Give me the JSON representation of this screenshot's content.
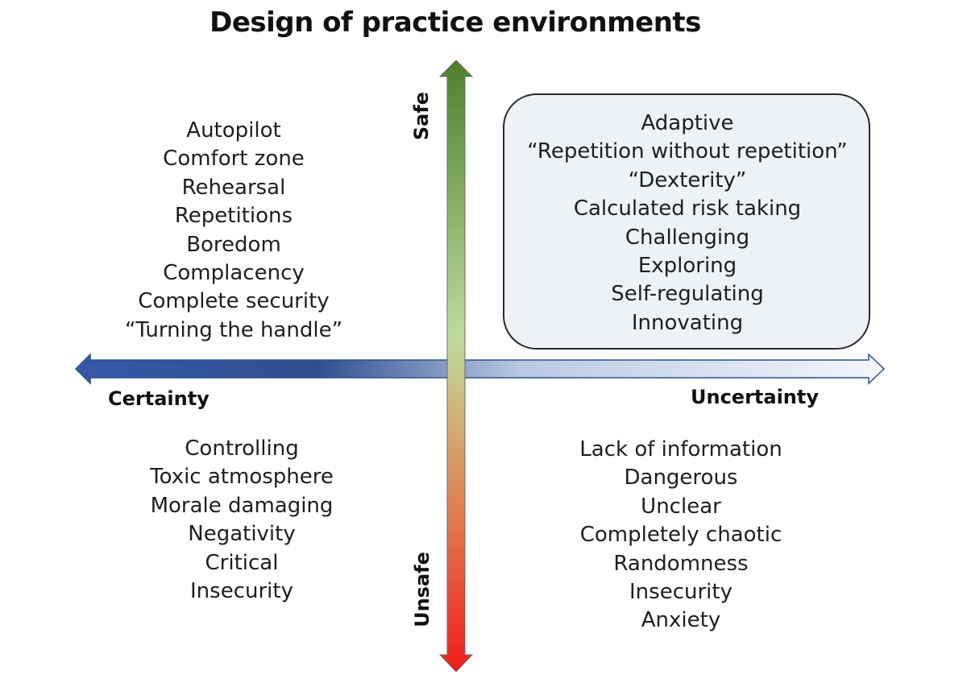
{
  "title": "Design of practice environments",
  "axes": {
    "horizontal": {
      "left_label": "Certainty",
      "right_label": "Uncertainty"
    },
    "vertical": {
      "top_label": "Safe",
      "bottom_label": "Unsafe"
    }
  },
  "quadrants": {
    "top_left": [
      "Autopilot",
      "Comfort zone",
      "Rehearsal",
      "Repetitions",
      "Boredom",
      "Complacency",
      "Complete security",
      "“Turning the handle”"
    ],
    "top_right": [
      "Adaptive",
      "“Repetition without repetition”",
      "“Dexterity”",
      "Calculated risk taking",
      "Challenging",
      "Exploring",
      "Self-regulating",
      "Innovating"
    ],
    "bottom_left": [
      "Controlling",
      "Toxic atmosphere",
      "Morale damaging",
      "Negativity",
      "Critical",
      "Insecurity"
    ],
    "bottom_right": [
      "Lack of information",
      "Dangerous",
      "Unclear",
      "Completely chaotic",
      "Randomness",
      "Insecurity",
      "Anxiety"
    ]
  },
  "colors": {
    "safe_green": "#4f7f2c",
    "light_green": "#bcdc9e",
    "unsafe_red": "#ee1c1c",
    "certainty_blue": "#2f55a0",
    "uncertainty_light": "#eef3fa",
    "highlight_box": "#eef2f7"
  }
}
